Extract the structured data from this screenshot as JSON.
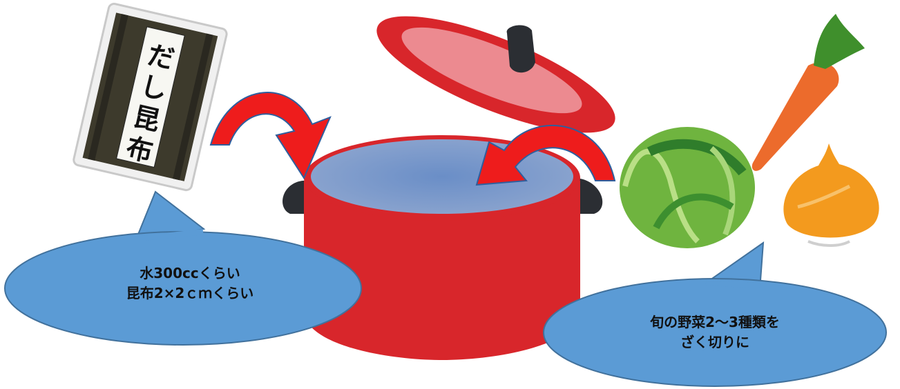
{
  "kombu_package": {
    "label_chars": [
      "だ",
      "し",
      "昆",
      "布"
    ]
  },
  "left_bubble": {
    "line1": "水300ccくらい",
    "line2": "昆布2×2ｃｍくらい"
  },
  "right_bubble": {
    "line1": "旬の野菜2〜3種類を",
    "line2": "ざく切りに"
  },
  "colors": {
    "pot_red": "#d8262b",
    "pot_rim": "#7f95bd",
    "pot_handle": "#2b2e33",
    "bubble_fill": "#5b9bd5",
    "bubble_stroke": "#41719c",
    "arrow_fill": "#ee1c1c",
    "arrow_stroke": "#2e5f9e",
    "kombu_dark": "#3d3a2c",
    "cabbage_green": "#6fb43f",
    "carrot_orange": "#ec6b2c",
    "onion_orange": "#f39a1e"
  },
  "icons": [
    "kombu-package-icon",
    "pot-icon",
    "pot-lid-icon",
    "cabbage-icon",
    "carrot-icon",
    "onion-icon",
    "curved-arrow-icon"
  ]
}
